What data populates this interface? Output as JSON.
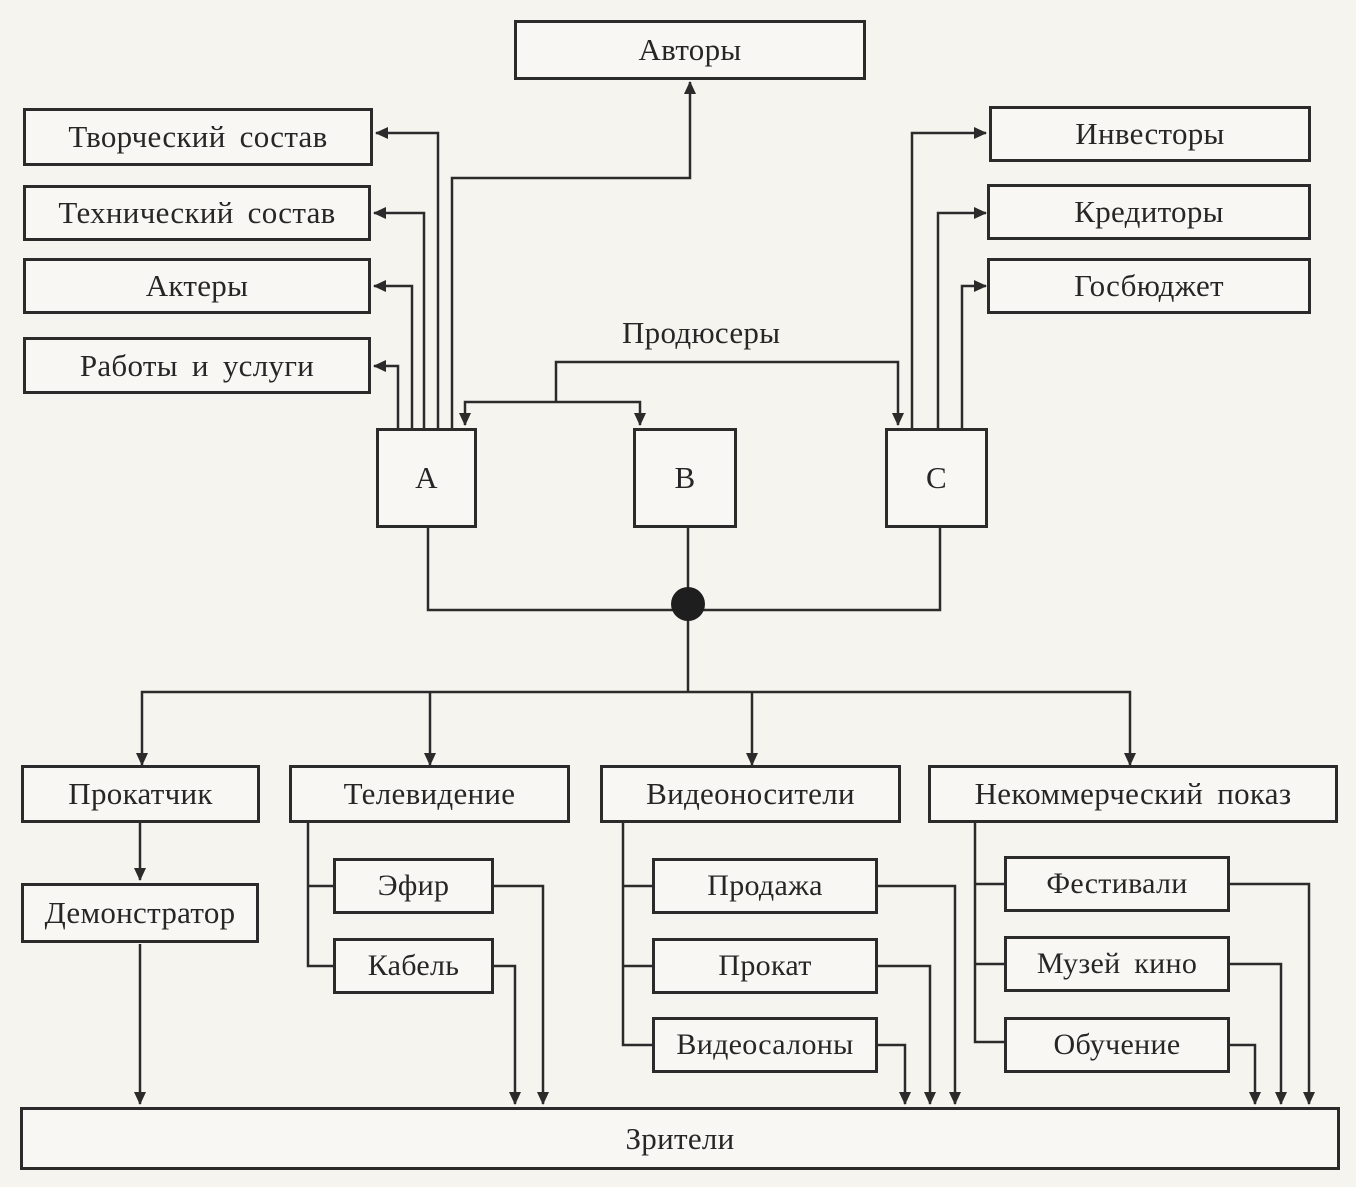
{
  "nodes": {
    "authors": "Авторы",
    "creative_staff": "Творческий состав",
    "technical_staff": "Технический состав",
    "actors": "Актеры",
    "works_services": "Работы и услуги",
    "investors": "Инвесторы",
    "creditors": "Кредиторы",
    "state_budget": "Госбюджет",
    "producers": "Продюсеры",
    "a": "А",
    "b": "В",
    "c": "С",
    "distributor": "Прокатчик",
    "television": "Телевидение",
    "video_media": "Видеоносители",
    "noncommercial": "Некоммерческий показ",
    "exhibitor": "Демонстратор",
    "broadcast": "Эфир",
    "cable": "Кабель",
    "sale": "Продажа",
    "rental": "Прокат",
    "video_salons": "Видеосалоны",
    "festivals": "Фестивали",
    "film_museum": "Музей кино",
    "education": "Обучение",
    "viewers": "Зрители"
  }
}
